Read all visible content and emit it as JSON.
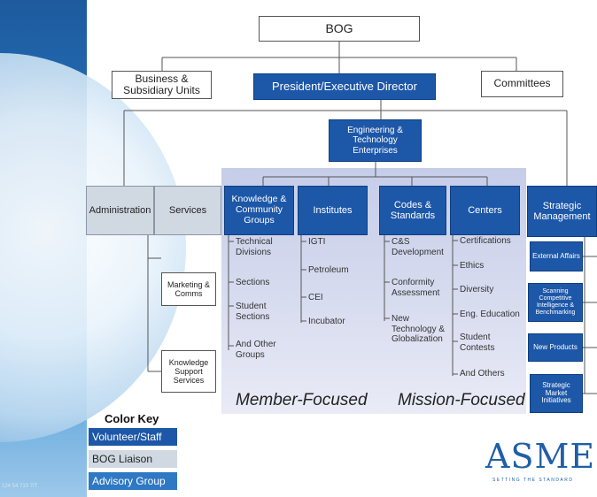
{
  "org_chart": {
    "top": "BOG",
    "left_unit": "Business & Subsidiary Units",
    "president": "President/Executive Director",
    "right_unit": "Committees",
    "ete": "Engineering & Technology Enterprises",
    "administration": "Administration",
    "services": "Services",
    "service_children": [
      "Marketing & Comms",
      "Knowledge Support Services"
    ],
    "strategic_management": "Strategic Management",
    "strategic_children": [
      "External Affairs",
      "Scanning Competitive Intelligence & Benchmarking",
      "New Products",
      "Strategic Market Initiatives"
    ],
    "columns": [
      {
        "header": "Knowledge & Community Groups",
        "items": [
          "Technical Divisions",
          "Sections",
          "Student Sections",
          "And Other Groups"
        ]
      },
      {
        "header": "Institutes",
        "items": [
          "IGTI",
          "Petroleum",
          "CEI",
          "Incubator"
        ]
      },
      {
        "header": "Codes & Standards",
        "items": [
          "C&S Development",
          "Conformity Assessment",
          "New Technology & Globalization"
        ]
      },
      {
        "header": "Centers",
        "items": [
          "Certifications",
          "Ethics",
          "Diversity",
          "Eng. Education",
          "Student Contests",
          "And Others"
        ]
      }
    ],
    "member_focused": "Member-Focused",
    "mission_focused": "Mission-Focused"
  },
  "color_key": {
    "title": "Color Key",
    "items": [
      {
        "label": "Volunteer/Staff",
        "color": "#1d57a8"
      },
      {
        "label": "BOG Liaison",
        "color": "#d0d8e2"
      },
      {
        "label": "Advisory Group",
        "color": "#2e78c4"
      }
    ]
  },
  "logo": {
    "text": "ASME",
    "tagline": "SETTING THE STANDARD"
  },
  "footnote": "124 54 710 7/T"
}
